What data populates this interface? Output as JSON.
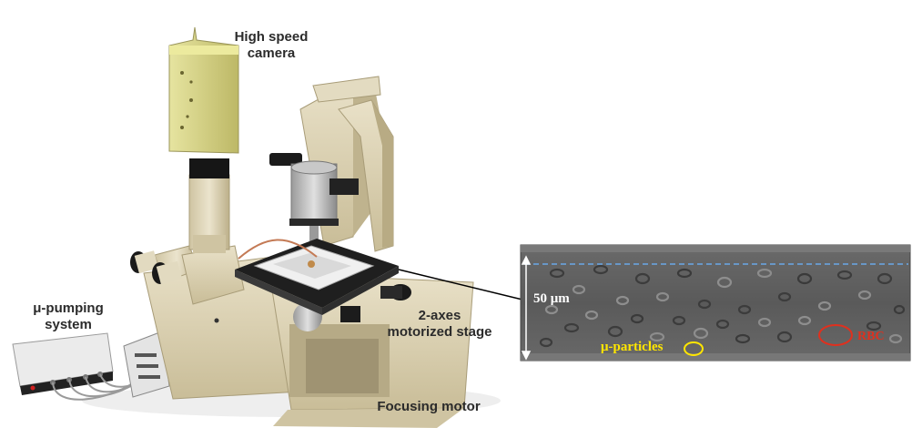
{
  "labels": {
    "camera_line1": "High speed",
    "camera_line2": "camera",
    "pump_line1": "μ-pumping",
    "pump_line2": "system",
    "stage_line1": "2-axes",
    "stage_line2": "motorized stage",
    "focus": "Focusing motor"
  },
  "micrograph": {
    "scale": "50 μm",
    "particles": "μ-particles",
    "rbc": "RBC"
  },
  "colors": {
    "instrument_body": "#d9cfb0",
    "camera": "#d8d58e",
    "stage": "#1e1e1e",
    "micrograph_bg": "#5f5f5f",
    "particles_marker": "#ffe600",
    "rbc_marker": "#e0301e",
    "dashed_line": "#6aa8e8"
  }
}
